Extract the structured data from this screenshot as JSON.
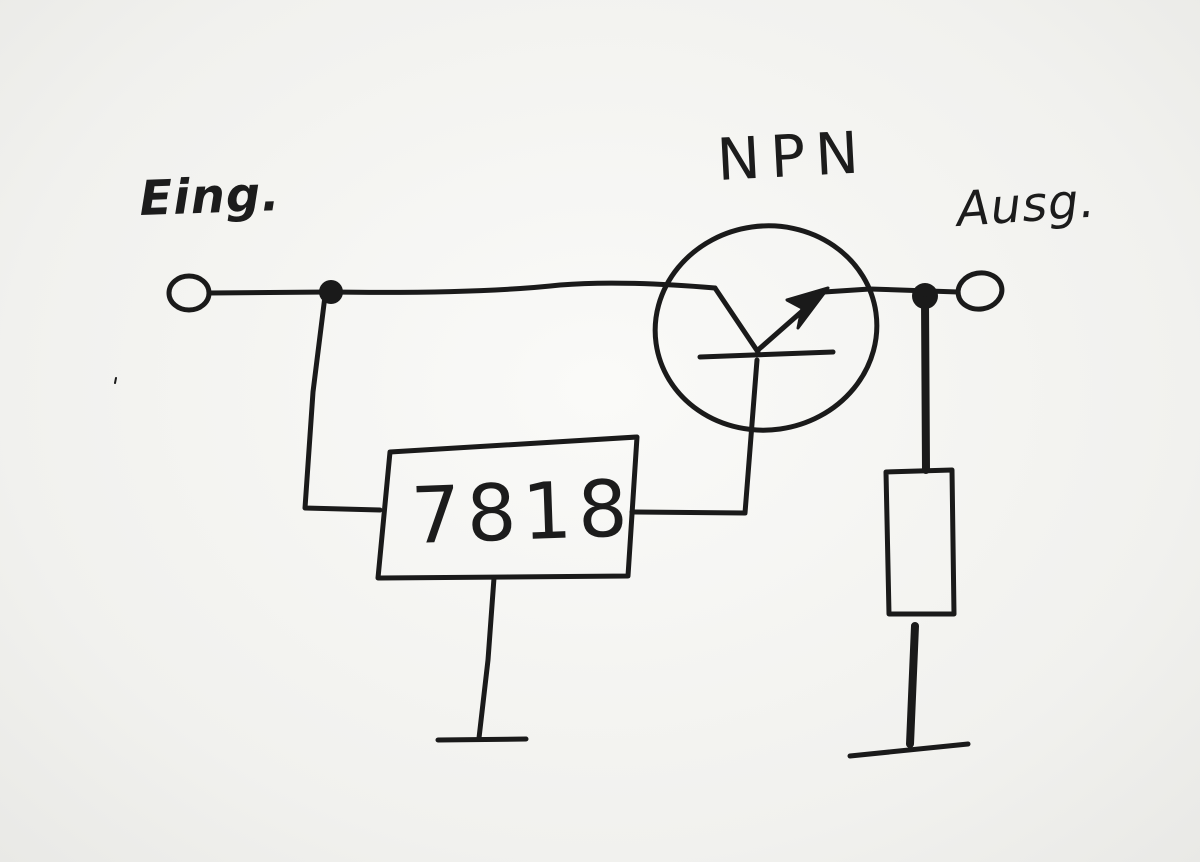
{
  "diagram": {
    "labels": {
      "input": "Eing.",
      "output": "Ausg.",
      "transistor": "NPN",
      "regulator": "7818"
    }
  }
}
